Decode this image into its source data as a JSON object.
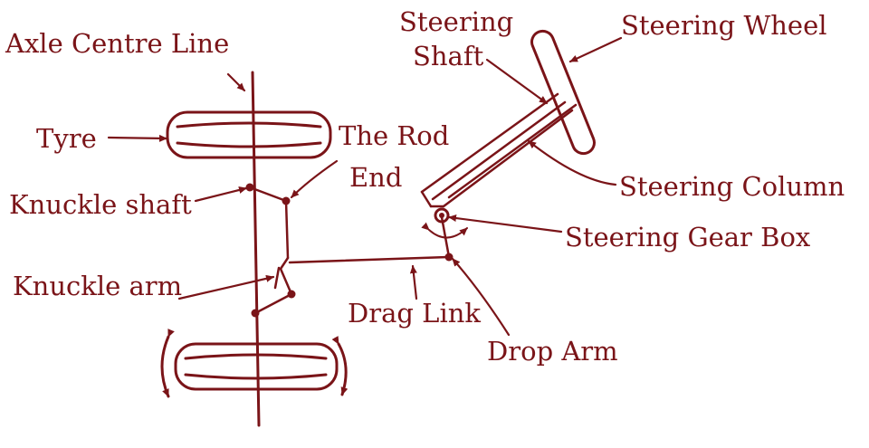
{
  "colors": {
    "ink": "#7a1418",
    "background": "#ffffff"
  },
  "labels": {
    "axle_centre_line": "Axle Centre Line",
    "tyre": "Tyre",
    "knuckle_shaft": "Knuckle shaft",
    "knuckle_arm": "Knuckle arm",
    "rod_end_line1": "The Rod",
    "rod_end_line2": "End",
    "steering_shaft_line1": "Steering",
    "steering_shaft_line2": "Shaft",
    "steering_wheel": "Steering Wheel",
    "steering_column": "Steering Column",
    "steering_gear_box": "Steering Gear Box",
    "drag_link": "Drag Link",
    "drop_arm": "Drop Arm"
  },
  "icons": {
    "arrowheads": "arrowhead-icon",
    "rotation": "rotation-arrow-icon"
  }
}
